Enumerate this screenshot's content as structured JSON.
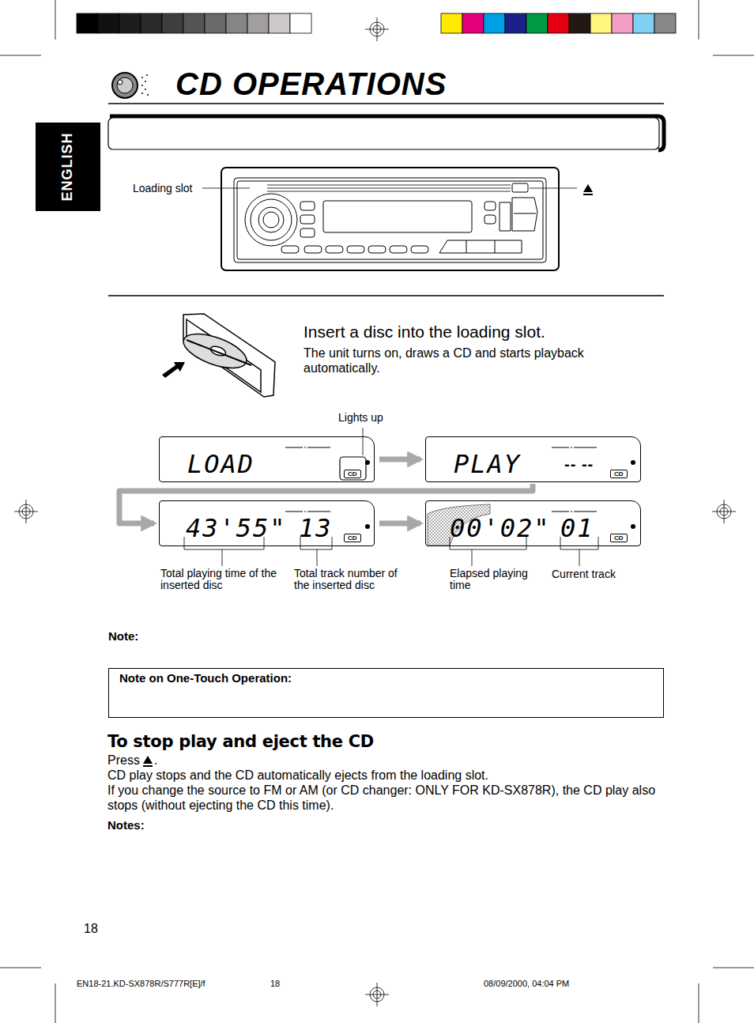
{
  "diagram": {
    "title": "CD OPERATIONS",
    "nodes": [
      {
        "text": [
          "ENGLISH"
        ]
      },
      {
        "text": [
          "LOAD",
          "CD"
        ]
      },
      {
        "text": [
          "PLAY",
          "-- --",
          "CD"
        ]
      },
      {
        "text": [
          "43'55\"",
          "13",
          "CD"
        ]
      },
      {
        "text": [
          "00'02\"",
          "01",
          "CD"
        ]
      },
      {
        "text": [
          "Note on One-Touch Operation:"
        ]
      }
    ],
    "edges": [
      {
        "from": 1,
        "to": 2,
        "arrow": "to"
      },
      {
        "from": 2,
        "to": 3,
        "arrow": "to"
      },
      {
        "from": 3,
        "to": 4,
        "arrow": "to"
      }
    ],
    "labels": [
      "Loading slot",
      "Insert a disc into the loading slot.",
      "The unit turns on, draws a CD and starts playback automatically.",
      "Lights up",
      "Total playing time of the inserted disc",
      "Total track number of the inserted disc",
      "Elapsed playing time",
      "Current track",
      "Note:",
      "To stop play and eject the CD",
      "Press",
      ".",
      "CD play stops and the CD automatically ejects from the loading slot.",
      "If you change the source to FM or AM (or CD changer: ONLY FOR KD-SX878R), the CD play also stops (without ejecting the CD this time).",
      "Notes:",
      "18",
      "EN18-21.KD-SX878R/S777R[E]/f",
      "18",
      "08/09/2000, 04:04 PM"
    ]
  }
}
